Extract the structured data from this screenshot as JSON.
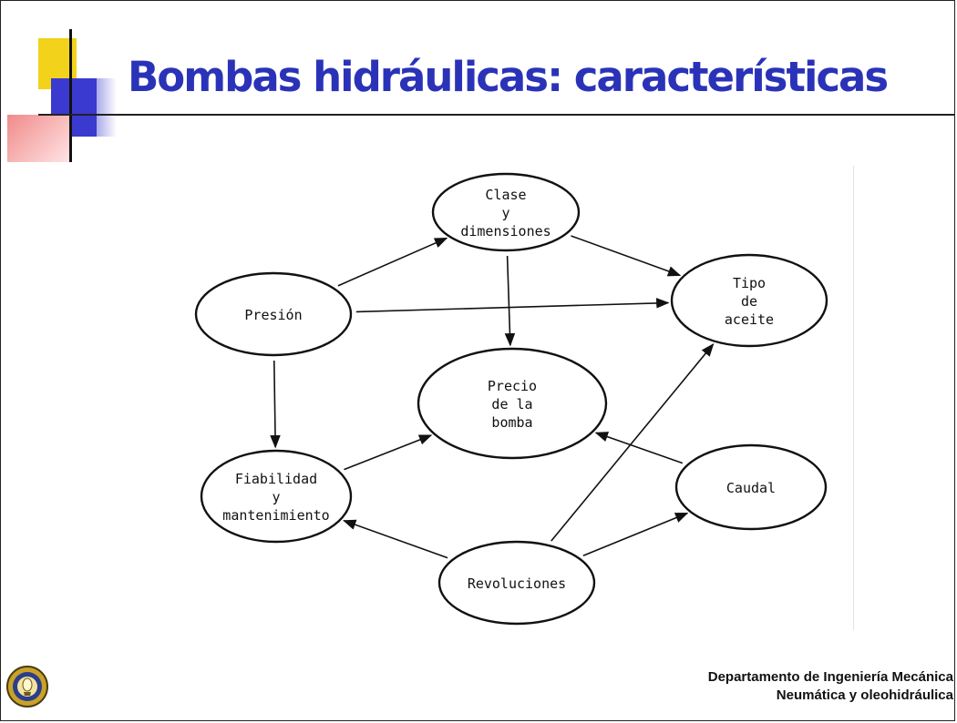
{
  "slide": {
    "title": "Bombas hidráulicas: características",
    "footer_line1": "Departamento de Ingeniería Mecánica",
    "footer_line2": "Neumática y oleohidráulica",
    "title_color": "#2a33b8",
    "accent_yellow": "#f2d21a",
    "accent_blue": "#3a3ad0",
    "accent_red": "#f08a8a"
  },
  "diagram": {
    "nodes": {
      "clase": [
        "Clase",
        "y",
        "dimensiones"
      ],
      "presion": [
        "Presión"
      ],
      "tipo": [
        "Tipo",
        "de",
        "aceite"
      ],
      "precio": [
        "Precio",
        "de la",
        "bomba"
      ],
      "fiabilidad": [
        "Fiabilidad",
        "y",
        "mantenimiento"
      ],
      "caudal": [
        "Caudal"
      ],
      "revoluciones": [
        "Revoluciones"
      ]
    },
    "edges": [
      {
        "from": "presion",
        "to": "clase"
      },
      {
        "from": "clase",
        "to": "tipo"
      },
      {
        "from": "presion",
        "to": "tipo"
      },
      {
        "from": "clase",
        "to": "precio"
      },
      {
        "from": "presion",
        "to": "fiabilidad"
      },
      {
        "from": "fiabilidad",
        "to": "precio"
      },
      {
        "from": "caudal",
        "to": "precio"
      },
      {
        "from": "revoluciones",
        "to": "fiabilidad"
      },
      {
        "from": "revoluciones",
        "to": "caudal"
      },
      {
        "from": "revoluciones",
        "to": "tipo"
      }
    ]
  }
}
